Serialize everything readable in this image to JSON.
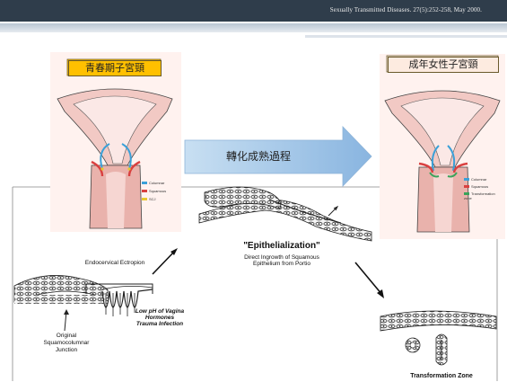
{
  "citation": "Sexually Transmitted Diseases. 27(5):252-258, May 2000.",
  "adolescent_label": "青春期子宮頸",
  "adult_label": "成年女性子宮頸",
  "process_arrow_label": "轉化成熟過程",
  "legend_left": [
    {
      "label": "Columnar",
      "color": "#3aa0d8"
    },
    {
      "label": "Squamous",
      "color": "#d94040"
    },
    {
      "label": "SCJ",
      "color": "#e8c830"
    }
  ],
  "legend_right": [
    {
      "label": "Columnar",
      "color": "#3aa0d8"
    },
    {
      "label": "Squamous",
      "color": "#d94040"
    },
    {
      "label": "Transformation zone",
      "color": "#39a35a"
    }
  ],
  "epithelialization_title": "\"Epithelialization\"",
  "epithelialization_sub": "Direct Ingrowth of Squamous Epithelium from Portio",
  "endocervical_ectropion": "Endocervical Ectropion",
  "low_ph": "Low pH of Vagina Hormones Trauma Infection",
  "original_scj": "Original Squamocolumnar Junction",
  "transformation_zone": "Transformation Zone"
}
